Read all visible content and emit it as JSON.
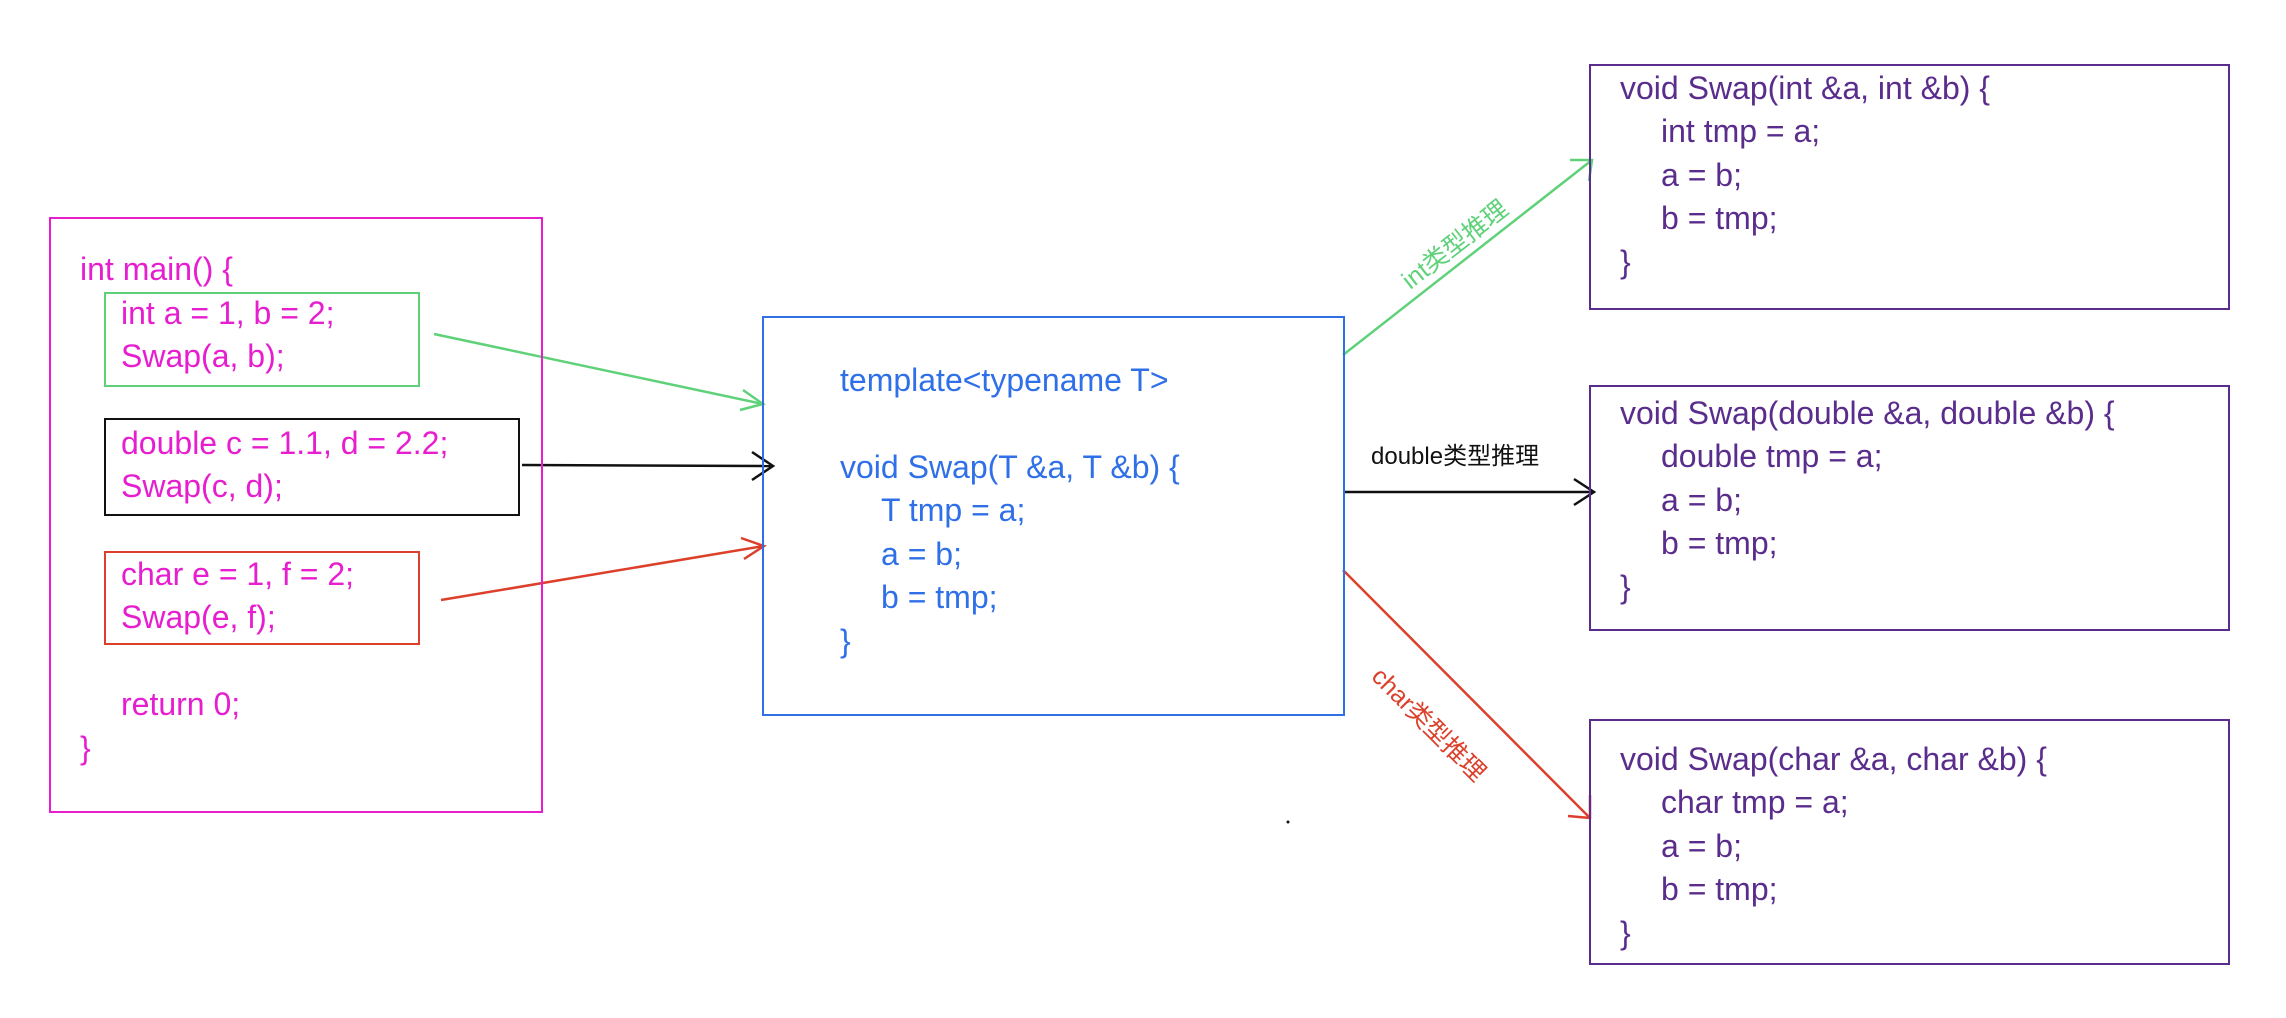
{
  "colors": {
    "main": "#e61ecf",
    "int": "#5fd179",
    "double": "#111111",
    "char": "#dc3f2a",
    "template": "#2f6fe8",
    "instance": "#5a2d8c",
    "background": "#ffffff"
  },
  "main_box": {
    "lines": [
      "int main() {",
      "int a = 1, b = 2;",
      "Swap(a, b);",
      "double c = 1.1, d = 2.2;",
      "Swap(c, d);",
      "char e = 1, f = 2;",
      "Swap(e, f);",
      "return 0;",
      "}"
    ]
  },
  "template_box": {
    "lines": [
      "template<typename T>",
      "void Swap(T &a, T &b) {",
      "T tmp = a;",
      "a = b;",
      "b = tmp;",
      "}"
    ]
  },
  "instances": [
    {
      "lines": [
        "void Swap(int &a, int &b) {",
        "int tmp = a;",
        "a = b;",
        "b = tmp;",
        "}"
      ]
    },
    {
      "lines": [
        "void Swap(double &a, double &b) {",
        "double tmp = a;",
        "a = b;",
        "b = tmp;",
        "}"
      ]
    },
    {
      "lines": [
        "void Swap(char &a, char &b) {",
        "char tmp = a;",
        "a = b;",
        "b = tmp;",
        "}"
      ]
    }
  ],
  "edge_labels": {
    "int": "int类型推理",
    "double": "double类型推理",
    "char": "char类型推理"
  }
}
